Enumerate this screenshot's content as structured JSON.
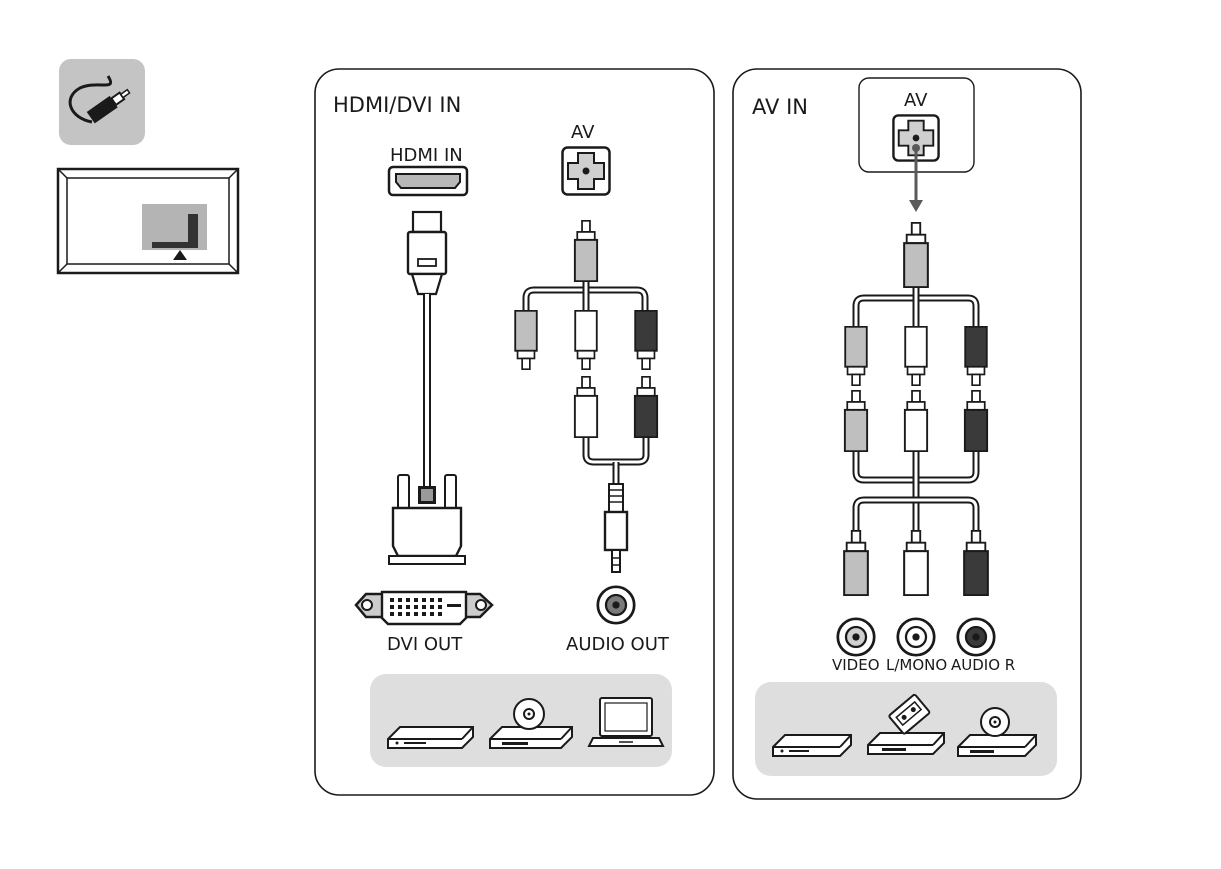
{
  "left_panel": {
    "title": "HDMI/DVI IN",
    "hdmi_port_label": "HDMI IN",
    "av_port_label": "AV",
    "dvi_port_label": "DVI OUT",
    "audio_port_label": "AUDIO OUT",
    "devices": [
      "set-top-box-icon",
      "dvd-player-icon",
      "laptop-icon"
    ]
  },
  "right_panel": {
    "title": "AV IN",
    "av_port_label": "AV",
    "video_label": "VIDEO",
    "lmono_label": "L/MONO",
    "audio_r_label": "AUDIO R",
    "devices": [
      "set-top-box-icon",
      "vcr-icon",
      "dvd-player-icon"
    ]
  },
  "colors": {
    "plug_gray": "#bfbfbf",
    "plug_white": "#ffffff",
    "plug_dark": "#3a3a3a",
    "device_area": "#dedede",
    "icon_tile": "#c4c4c4",
    "outline": "#1a1a1a"
  }
}
